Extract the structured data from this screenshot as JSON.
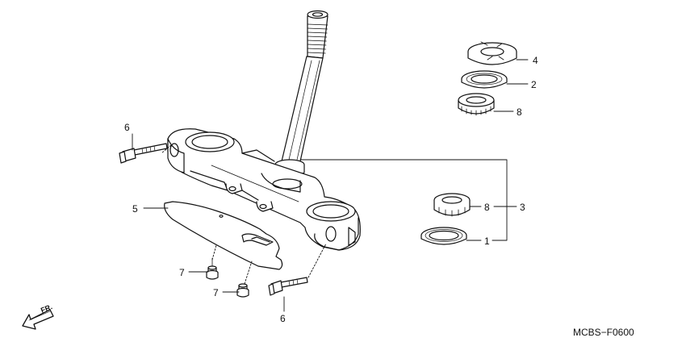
{
  "diagram_code": "MCBS−F0600",
  "direction_label": "FR.",
  "callouts": [
    {
      "id": "c4",
      "label": "4"
    },
    {
      "id": "c2",
      "label": "2"
    },
    {
      "id": "c8a",
      "label": "8"
    },
    {
      "id": "c6a",
      "label": "6"
    },
    {
      "id": "c5",
      "label": "5"
    },
    {
      "id": "c8b",
      "label": "8"
    },
    {
      "id": "c3",
      "label": "3"
    },
    {
      "id": "c1",
      "label": "1"
    },
    {
      "id": "c7a",
      "label": "7"
    },
    {
      "id": "c7b",
      "label": "7"
    },
    {
      "id": "c6b",
      "label": "6"
    }
  ],
  "colors": {
    "line": "#111111",
    "background": "#ffffff"
  }
}
